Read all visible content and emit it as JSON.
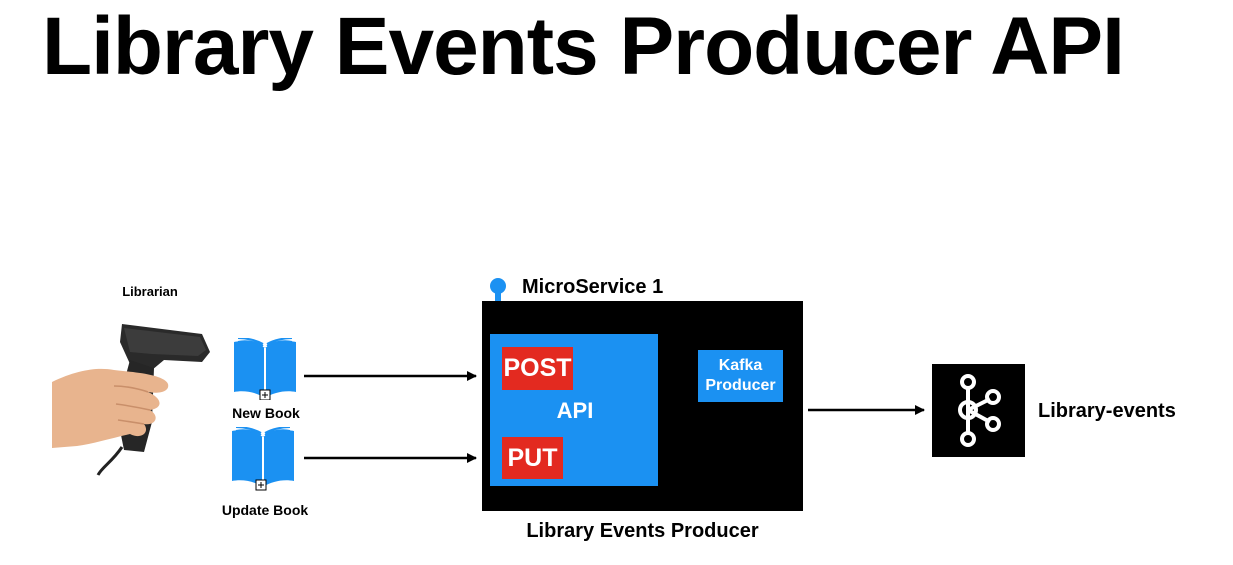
{
  "title": "Library Events Producer API",
  "actor": {
    "label": "Librarian",
    "icon": "barcode-scanner-icon"
  },
  "books": [
    {
      "label": "New Book",
      "icon": "book-icon"
    },
    {
      "label": "Update Book",
      "icon": "book-icon"
    }
  ],
  "microservice": {
    "label": "MicroService 1",
    "caption": "Library Events Producer",
    "icon": "location-pin-icon",
    "api": {
      "label": "API",
      "methods": [
        "POST",
        "PUT"
      ]
    },
    "producer": {
      "line1": "Kafka",
      "line2": "Producer"
    }
  },
  "topic": {
    "label": "Library-events",
    "icon": "kafka-logo-icon"
  },
  "colors": {
    "blue": "#1b91f2",
    "red": "#e32a20",
    "black": "#000000",
    "white": "#ffffff"
  }
}
